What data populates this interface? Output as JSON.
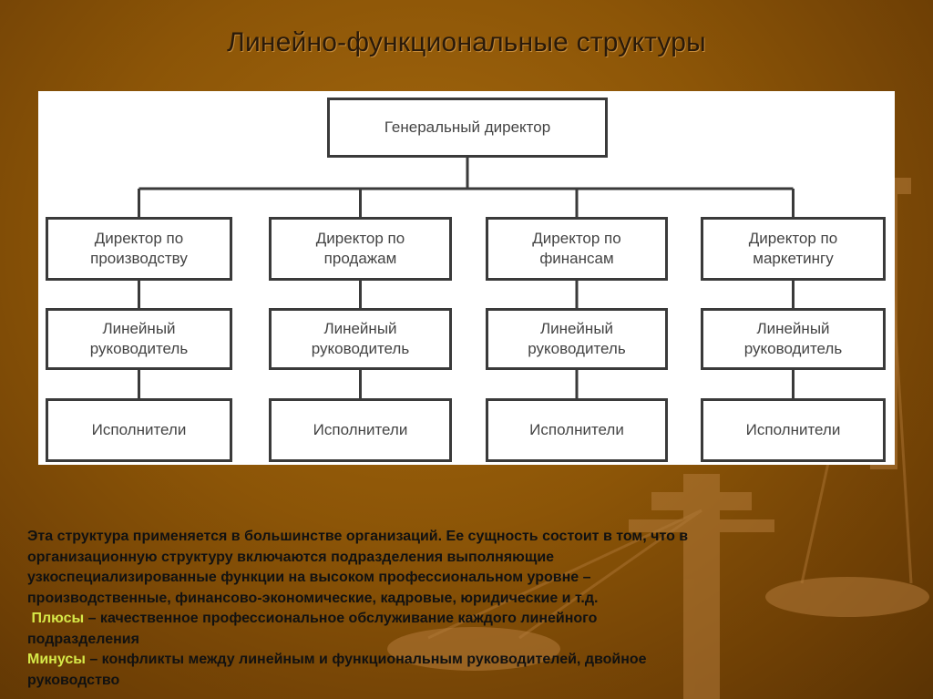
{
  "slide": {
    "title": "Линейно-функциональные структуры"
  },
  "org_chart": {
    "root": "Генеральный директор",
    "columns": [
      {
        "director": "Директор по\nпроизводству",
        "manager": "Линейный\nруководитель",
        "staff": "Исполнители"
      },
      {
        "director": "Директор по\nпродажам",
        "manager": "Линейный\nруководитель",
        "staff": "Исполнители"
      },
      {
        "director": "Директор по\nфинансам",
        "manager": "Линейный\nруководитель",
        "staff": "Исполнители"
      },
      {
        "director": "Директор по\nмаркетингу",
        "manager": "Линейный\nруководитель",
        "staff": "Исполнители"
      }
    ]
  },
  "description": {
    "line1": "Эта структура применяется в большинстве организаций. Ее сущность состоит в том, что в",
    "line2": "организационную структуру включаются подразделения выполняющие",
    "line3": "узкоспециализированные функции на высоком профессиональном уровне –",
    "line4": "производственные, финансово-экономические, кадровые, юридические и т.д.",
    "pros_label": "Плюсы",
    "pros_line1": " – качественное профессиональное обслуживание каждого линейного",
    "pros_line2": "подразделения",
    "cons_label": "Минусы",
    "cons_line1": " – конфликты между линейным и функциональным руководителей, двойное",
    "cons_line2": "руководство"
  },
  "colors": {
    "background": "#8c5507",
    "title_text": "#2a1a0a",
    "accent_text": "#d6e848",
    "box_border": "#3a3a3a"
  }
}
